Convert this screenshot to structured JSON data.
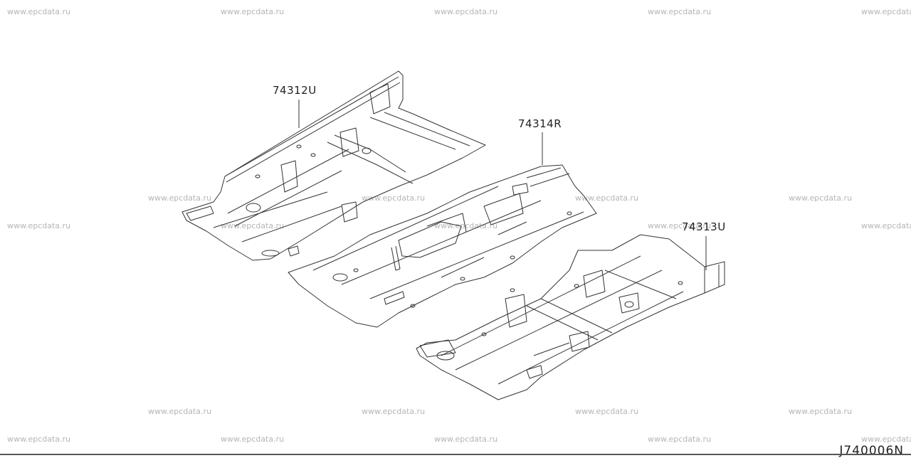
{
  "watermark": "www.epcdata.ru",
  "parts": [
    {
      "label": "74312U"
    },
    {
      "label": "74314R"
    },
    {
      "label": "74313U"
    }
  ],
  "diagram_code": "J740006N"
}
